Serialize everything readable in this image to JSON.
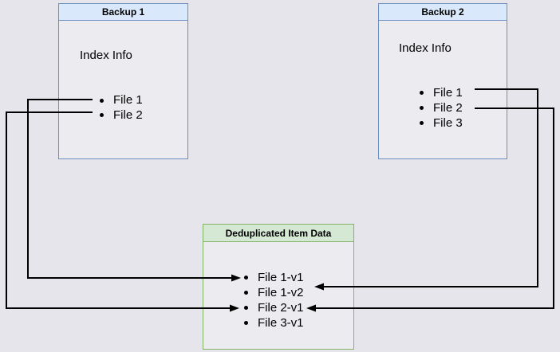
{
  "diagram": {
    "background": "#e5e5eb",
    "boxes": {
      "backup1": {
        "title": "Backup 1",
        "label": "Index Info",
        "items": [
          "File 1",
          "File 2"
        ],
        "fill": "#dae8fc",
        "border": "#6c8ebf"
      },
      "backup2": {
        "title": "Backup 2",
        "label": "Index Info",
        "items": [
          "File 1",
          "File 2",
          "File 3"
        ],
        "fill": "#dae8fc",
        "border": "#6c8ebf"
      },
      "dedup": {
        "title": "Deduplicated Item Data",
        "items": [
          "File 1-v1",
          "File 1-v2",
          "File 2-v1",
          "File 3-v1"
        ],
        "fill": "#d5e8d4",
        "border": "#82b366"
      }
    },
    "connections": [
      {
        "from": "Backup 1 / File 1",
        "to": "Deduplicated Item Data / File 1-v1"
      },
      {
        "from": "Backup 1 / File 2",
        "to": "Deduplicated Item Data / File 2-v1"
      },
      {
        "from": "Backup 2 / File 1",
        "to": "Deduplicated Item Data / File 1-v2"
      },
      {
        "from": "Backup 2 / File 2",
        "to": "Deduplicated Item Data / File 2-v1"
      }
    ],
    "line_color": "#000000"
  }
}
